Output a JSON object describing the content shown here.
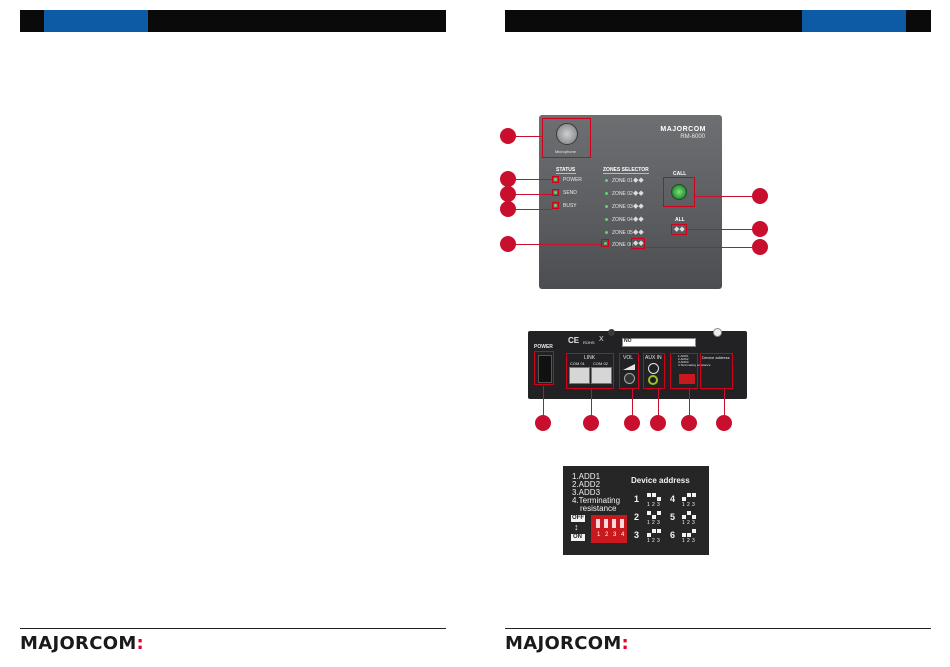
{
  "footer": {
    "brand": "MAJORCOM",
    "brand_suffix": ":"
  },
  "front_panel": {
    "brand": "MAJORCOM",
    "model": "RM-6000",
    "mic_label": "Microphone",
    "status_title": "STATUS",
    "status_items": [
      "POWER",
      "SEND",
      "BUSY"
    ],
    "zones_title": "ZONES SELECTOR",
    "zones": [
      "ZONE 01",
      "ZONE 02",
      "ZONE 03",
      "ZONE 04",
      "ZONE 05",
      "ZONE 06"
    ],
    "call_label": "CALL",
    "all_label": "ALL",
    "switch_glyph": "◆◆"
  },
  "rear_panel": {
    "power_label": "POWER",
    "cert_marks": [
      "CE",
      "ROHS",
      "X"
    ],
    "sn_label": "NO",
    "link_label": "LINK",
    "link_ports": [
      "COM 01",
      "COM 02"
    ],
    "vol_label": "VOL",
    "aux_label": "AUX IN",
    "dip_legend": [
      "1.ADD1",
      "2.ADD2",
      "3.ADD3",
      "4.Terminating resistance"
    ],
    "device_address_label": "Device address"
  },
  "dip_detail": {
    "legend": [
      "1.ADD1",
      "2.ADD2",
      "3.ADD3",
      "4.Terminating",
      "resistance"
    ],
    "off_label": "OFF",
    "on_label": "ON",
    "switch_numbers": [
      "1",
      "2",
      "3",
      "4"
    ],
    "title": "Device address",
    "addresses": [
      "1",
      "2",
      "3",
      "4",
      "5",
      "6"
    ],
    "bit_labels": [
      "1",
      "2",
      "3"
    ]
  },
  "colors": {
    "header_blue": "#0d5aa5",
    "callout_red": "#c8102e",
    "brand_red": "#e4002b"
  }
}
